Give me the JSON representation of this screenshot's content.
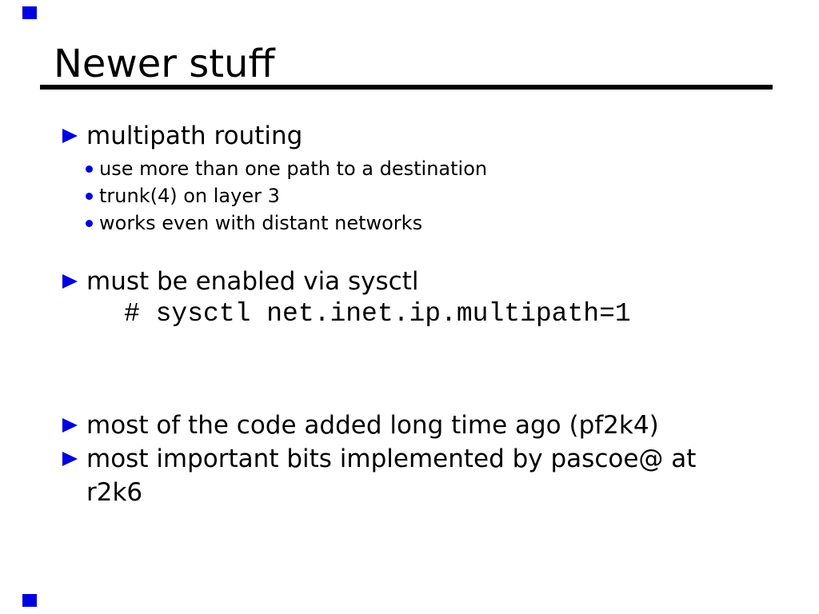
{
  "slide": {
    "accent_color": "#0000e0",
    "title": "Newer stuff",
    "sections": {
      "s1": {
        "heading": "multipath routing",
        "items": [
          "use more than one path to a destination",
          "trunk(4) on layer 3",
          "works even with distant networks"
        ]
      },
      "s2": {
        "heading": "must be enabled via sysctl",
        "code": "# sysctl net.inet.ip.multipath=1"
      },
      "s3": {
        "lines": [
          "most of the code added long time ago (pf2k4)",
          "most important bits implemented by pascoe@ at",
          "r2k6"
        ]
      }
    }
  }
}
